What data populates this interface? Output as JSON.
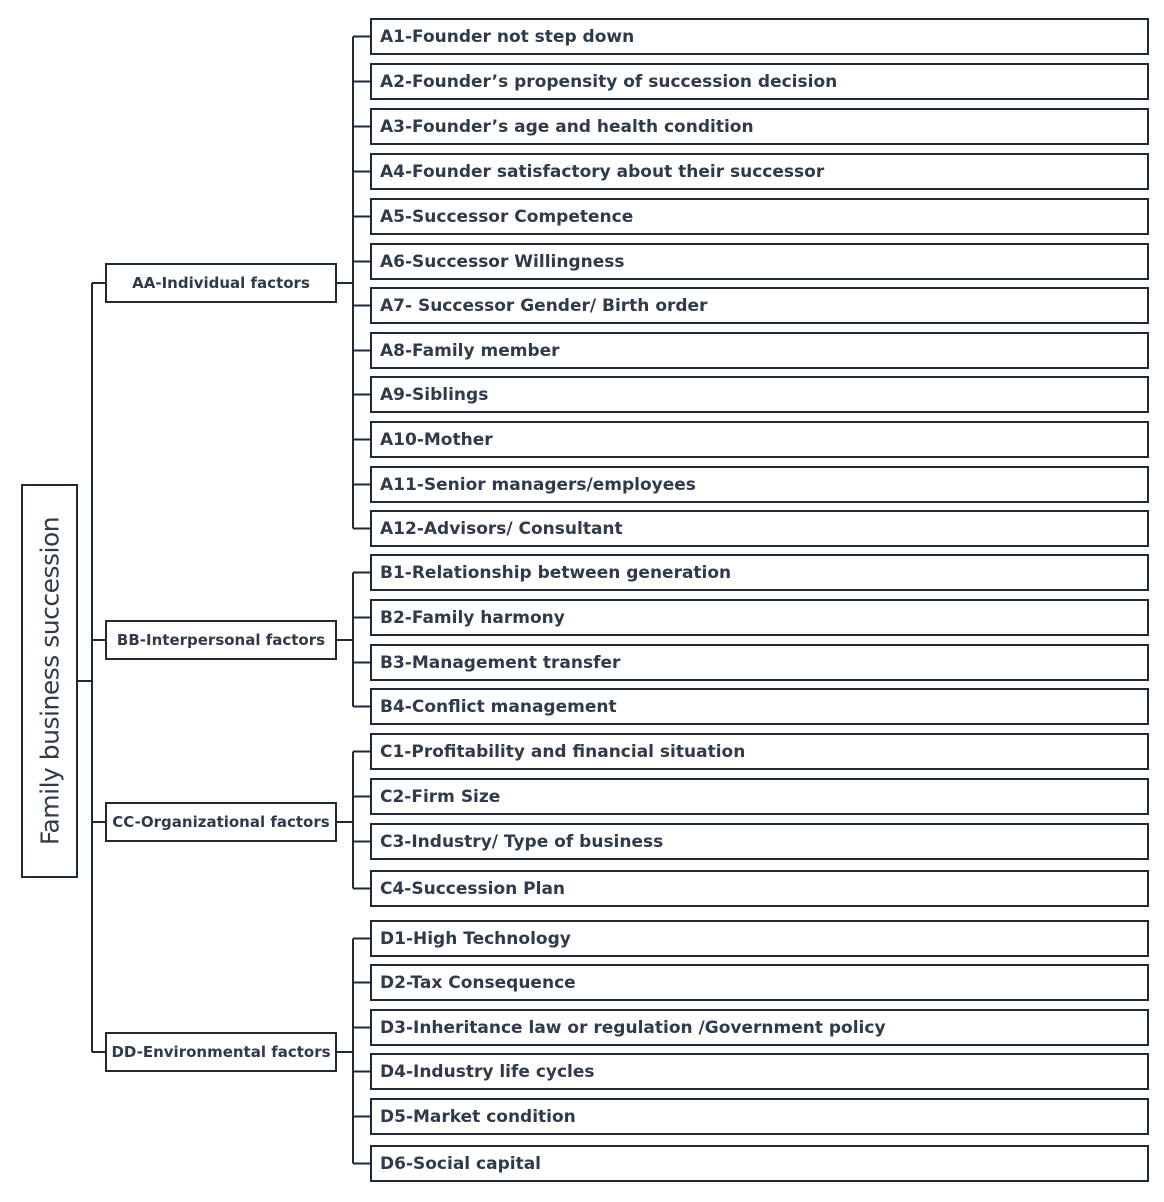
{
  "root": {
    "label": "Family business succession"
  },
  "categories": [
    {
      "label": "AA-Individual factors",
      "items": [
        "A1-Founder not step down",
        "A2-Founder’s propensity of succession decision",
        "A3-Founder’s age and health condition",
        "A4-Founder satisfactory about their successor",
        "A5-Successor Competence",
        "A6-Successor Willingness",
        "A7- Successor Gender/ Birth order",
        "A8-Family member",
        "A9-Siblings",
        "A10-Mother",
        "A11-Senior managers/employees",
        "A12-Advisors/ Consultant"
      ]
    },
    {
      "label": "BB-Interpersonal factors",
      "items": [
        "B1-Relationship between generation",
        "B2-Family harmony",
        "B3-Management transfer",
        "B4-Conflict management"
      ]
    },
    {
      "label": "CC-Organizational factors",
      "items": [
        "C1-Profitability and financial situation",
        "C2-Firm Size",
        "C3-Industry/ Type of business",
        "C4-Succession Plan"
      ]
    },
    {
      "label": "DD-Environmental factors",
      "items": [
        "D1-High Technology",
        "D2-Tax Consequence",
        "D3-Inheritance law or regulation /Government policy",
        "D4-Industry life cycles",
        "D5-Market condition",
        "D6-Social capital"
      ]
    }
  ]
}
